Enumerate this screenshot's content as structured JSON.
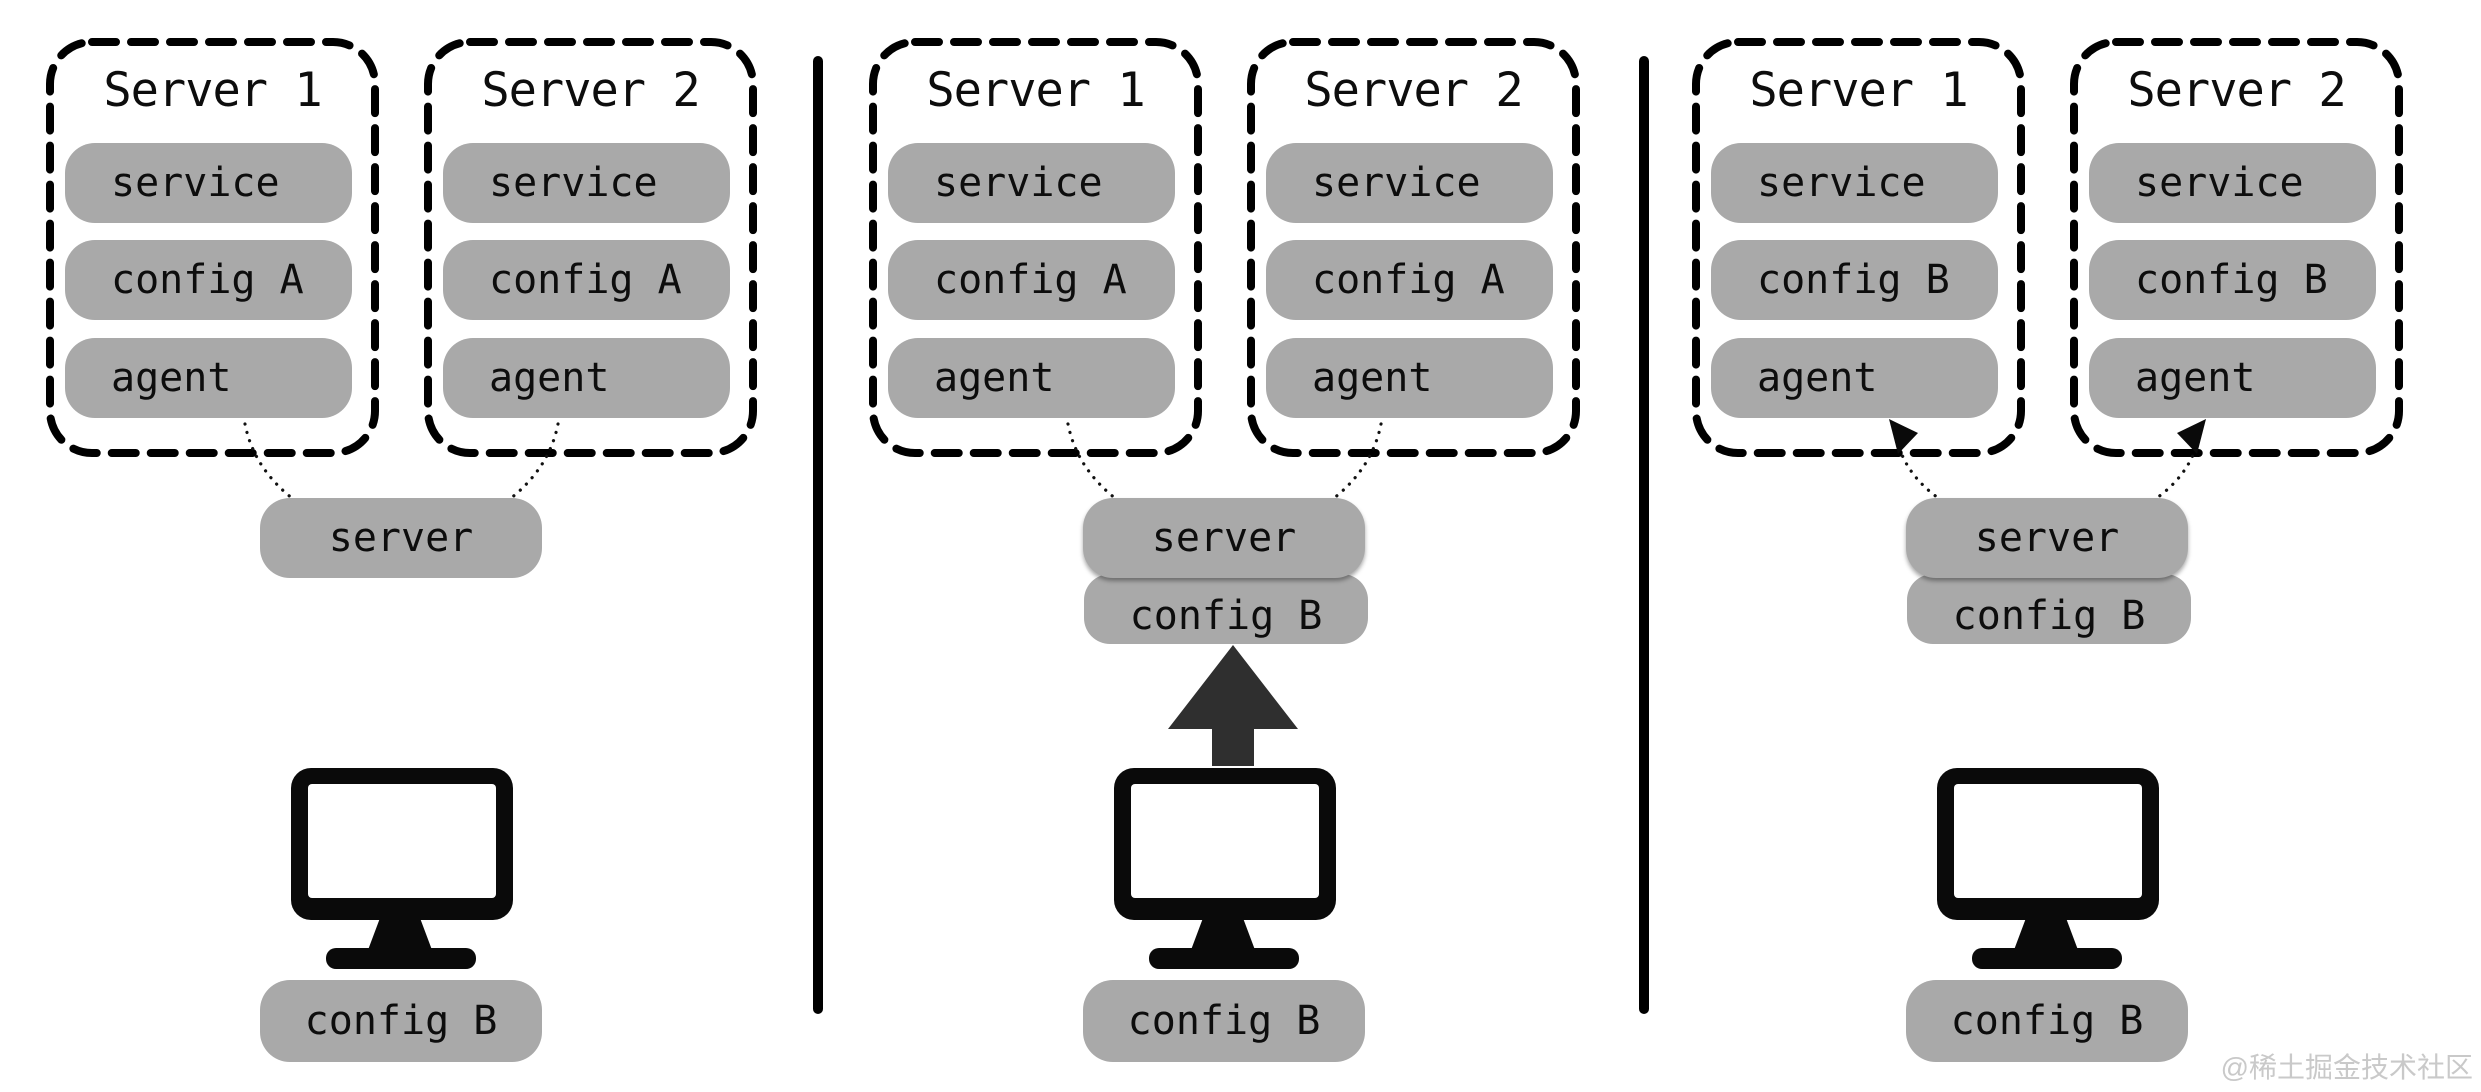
{
  "watermark": "@稀土掘金技术社区",
  "colors": {
    "pill_gray": "#a9a9a9",
    "stroke_black": "#000000",
    "upload_arrow": "#2f2f2f",
    "watermark_gray": "#c9c9c9",
    "background": "#ffffff"
  },
  "panels": [
    {
      "name": "before-upload",
      "boxes": [
        {
          "title": "Server 1",
          "pills": [
            "service",
            "config A",
            "agent"
          ]
        },
        {
          "title": "Server 2",
          "pills": [
            "service",
            "config A",
            "agent"
          ]
        }
      ],
      "server_pill": "server",
      "bottom_pill": "config B"
    },
    {
      "name": "upload-config",
      "boxes": [
        {
          "title": "Server 1",
          "pills": [
            "service",
            "config A",
            "agent"
          ]
        },
        {
          "title": "Server 2",
          "pills": [
            "service",
            "config A",
            "agent"
          ]
        }
      ],
      "server_pill": "server",
      "server_config_pill": "config B",
      "bottom_pill": "config B"
    },
    {
      "name": "config-distributed",
      "boxes": [
        {
          "title": "Server 1",
          "pills": [
            "service",
            "config B",
            "agent"
          ]
        },
        {
          "title": "Server 2",
          "pills": [
            "service",
            "config B",
            "agent"
          ]
        }
      ],
      "server_pill": "server",
      "server_config_pill": "config B",
      "bottom_pill": "config B"
    }
  ]
}
